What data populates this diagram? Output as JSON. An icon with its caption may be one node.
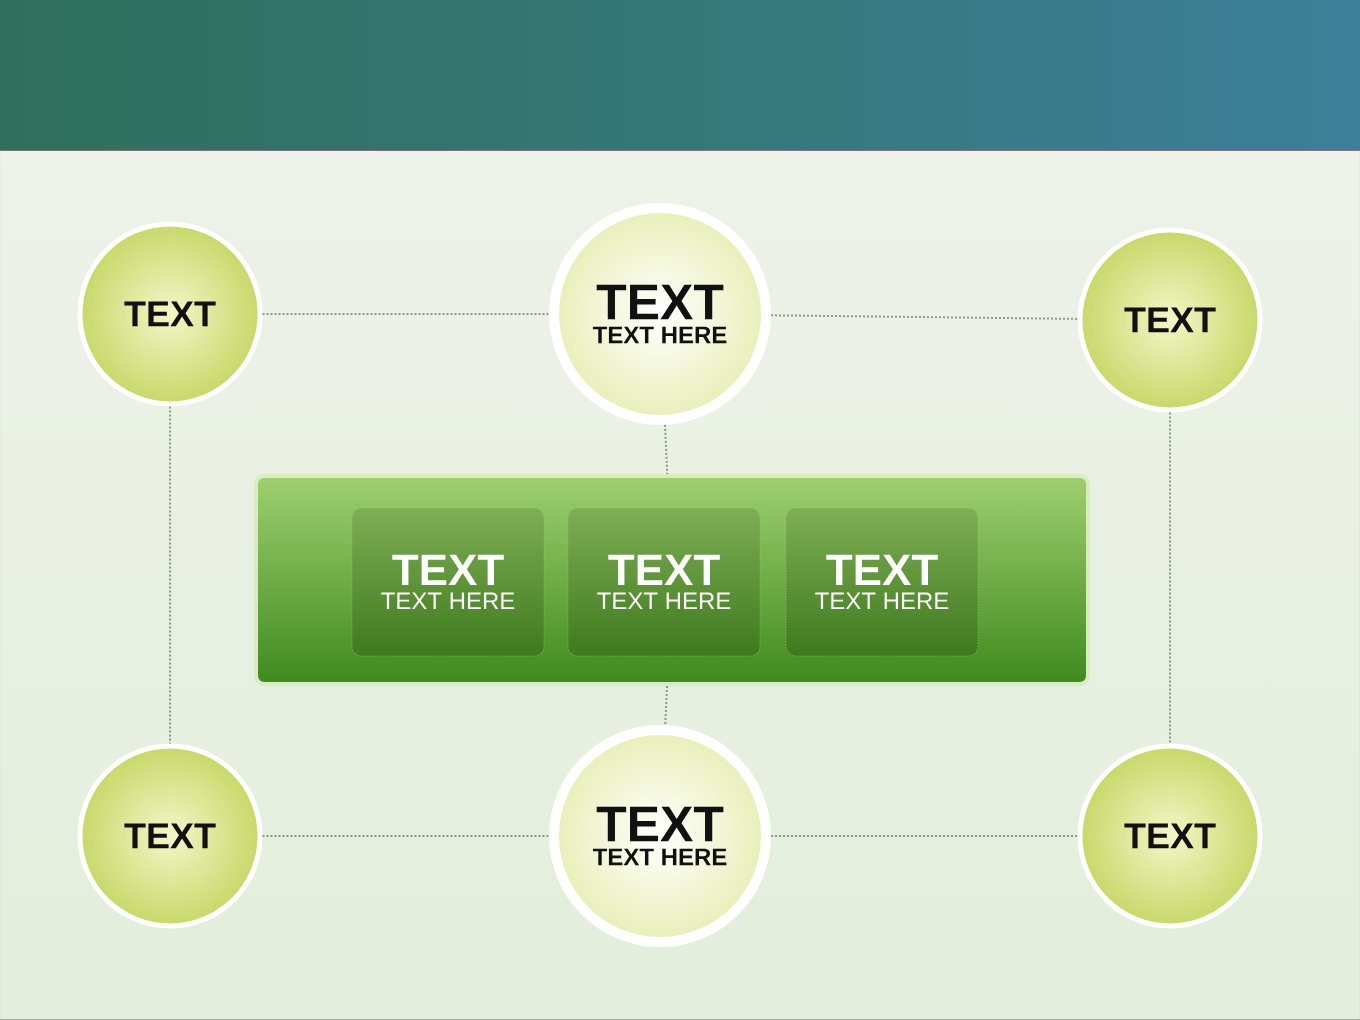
{
  "diagram": {
    "nodes": [
      {
        "text": [
          "TEXT"
        ]
      },
      {
        "text": [
          "TEXT",
          "TEXT HERE"
        ]
      },
      {
        "text": [
          "TEXT"
        ]
      },
      {
        "text": [],
        "shape": "box"
      },
      {
        "text": [
          "TEXT",
          "TEXT HERE"
        ],
        "in": 3
      },
      {
        "text": [
          "TEXT",
          "TEXT HERE"
        ],
        "in": 3
      },
      {
        "text": [
          "TEXT",
          "TEXT HERE"
        ],
        "in": 3
      },
      {
        "text": [
          "TEXT"
        ]
      },
      {
        "text": [
          "TEXT",
          "TEXT HERE"
        ]
      },
      {
        "text": [
          "TEXT"
        ]
      }
    ],
    "edges": [
      {
        "from": 0,
        "to": 1,
        "arrow": "none",
        "style": "dashed"
      },
      {
        "from": 1,
        "to": 2,
        "arrow": "none",
        "style": "dashed"
      },
      {
        "from": 0,
        "to": 7,
        "arrow": "none",
        "style": "dashed"
      },
      {
        "from": 2,
        "to": 9,
        "arrow": "none",
        "style": "dashed"
      },
      {
        "from": 1,
        "to": 3,
        "arrow": "none",
        "style": "dashed"
      },
      {
        "from": 3,
        "to": 8,
        "arrow": "none",
        "style": "dashed"
      },
      {
        "from": 7,
        "to": 8,
        "arrow": "none",
        "style": "dashed"
      },
      {
        "from": 8,
        "to": 9,
        "arrow": "none",
        "style": "dashed"
      }
    ]
  }
}
